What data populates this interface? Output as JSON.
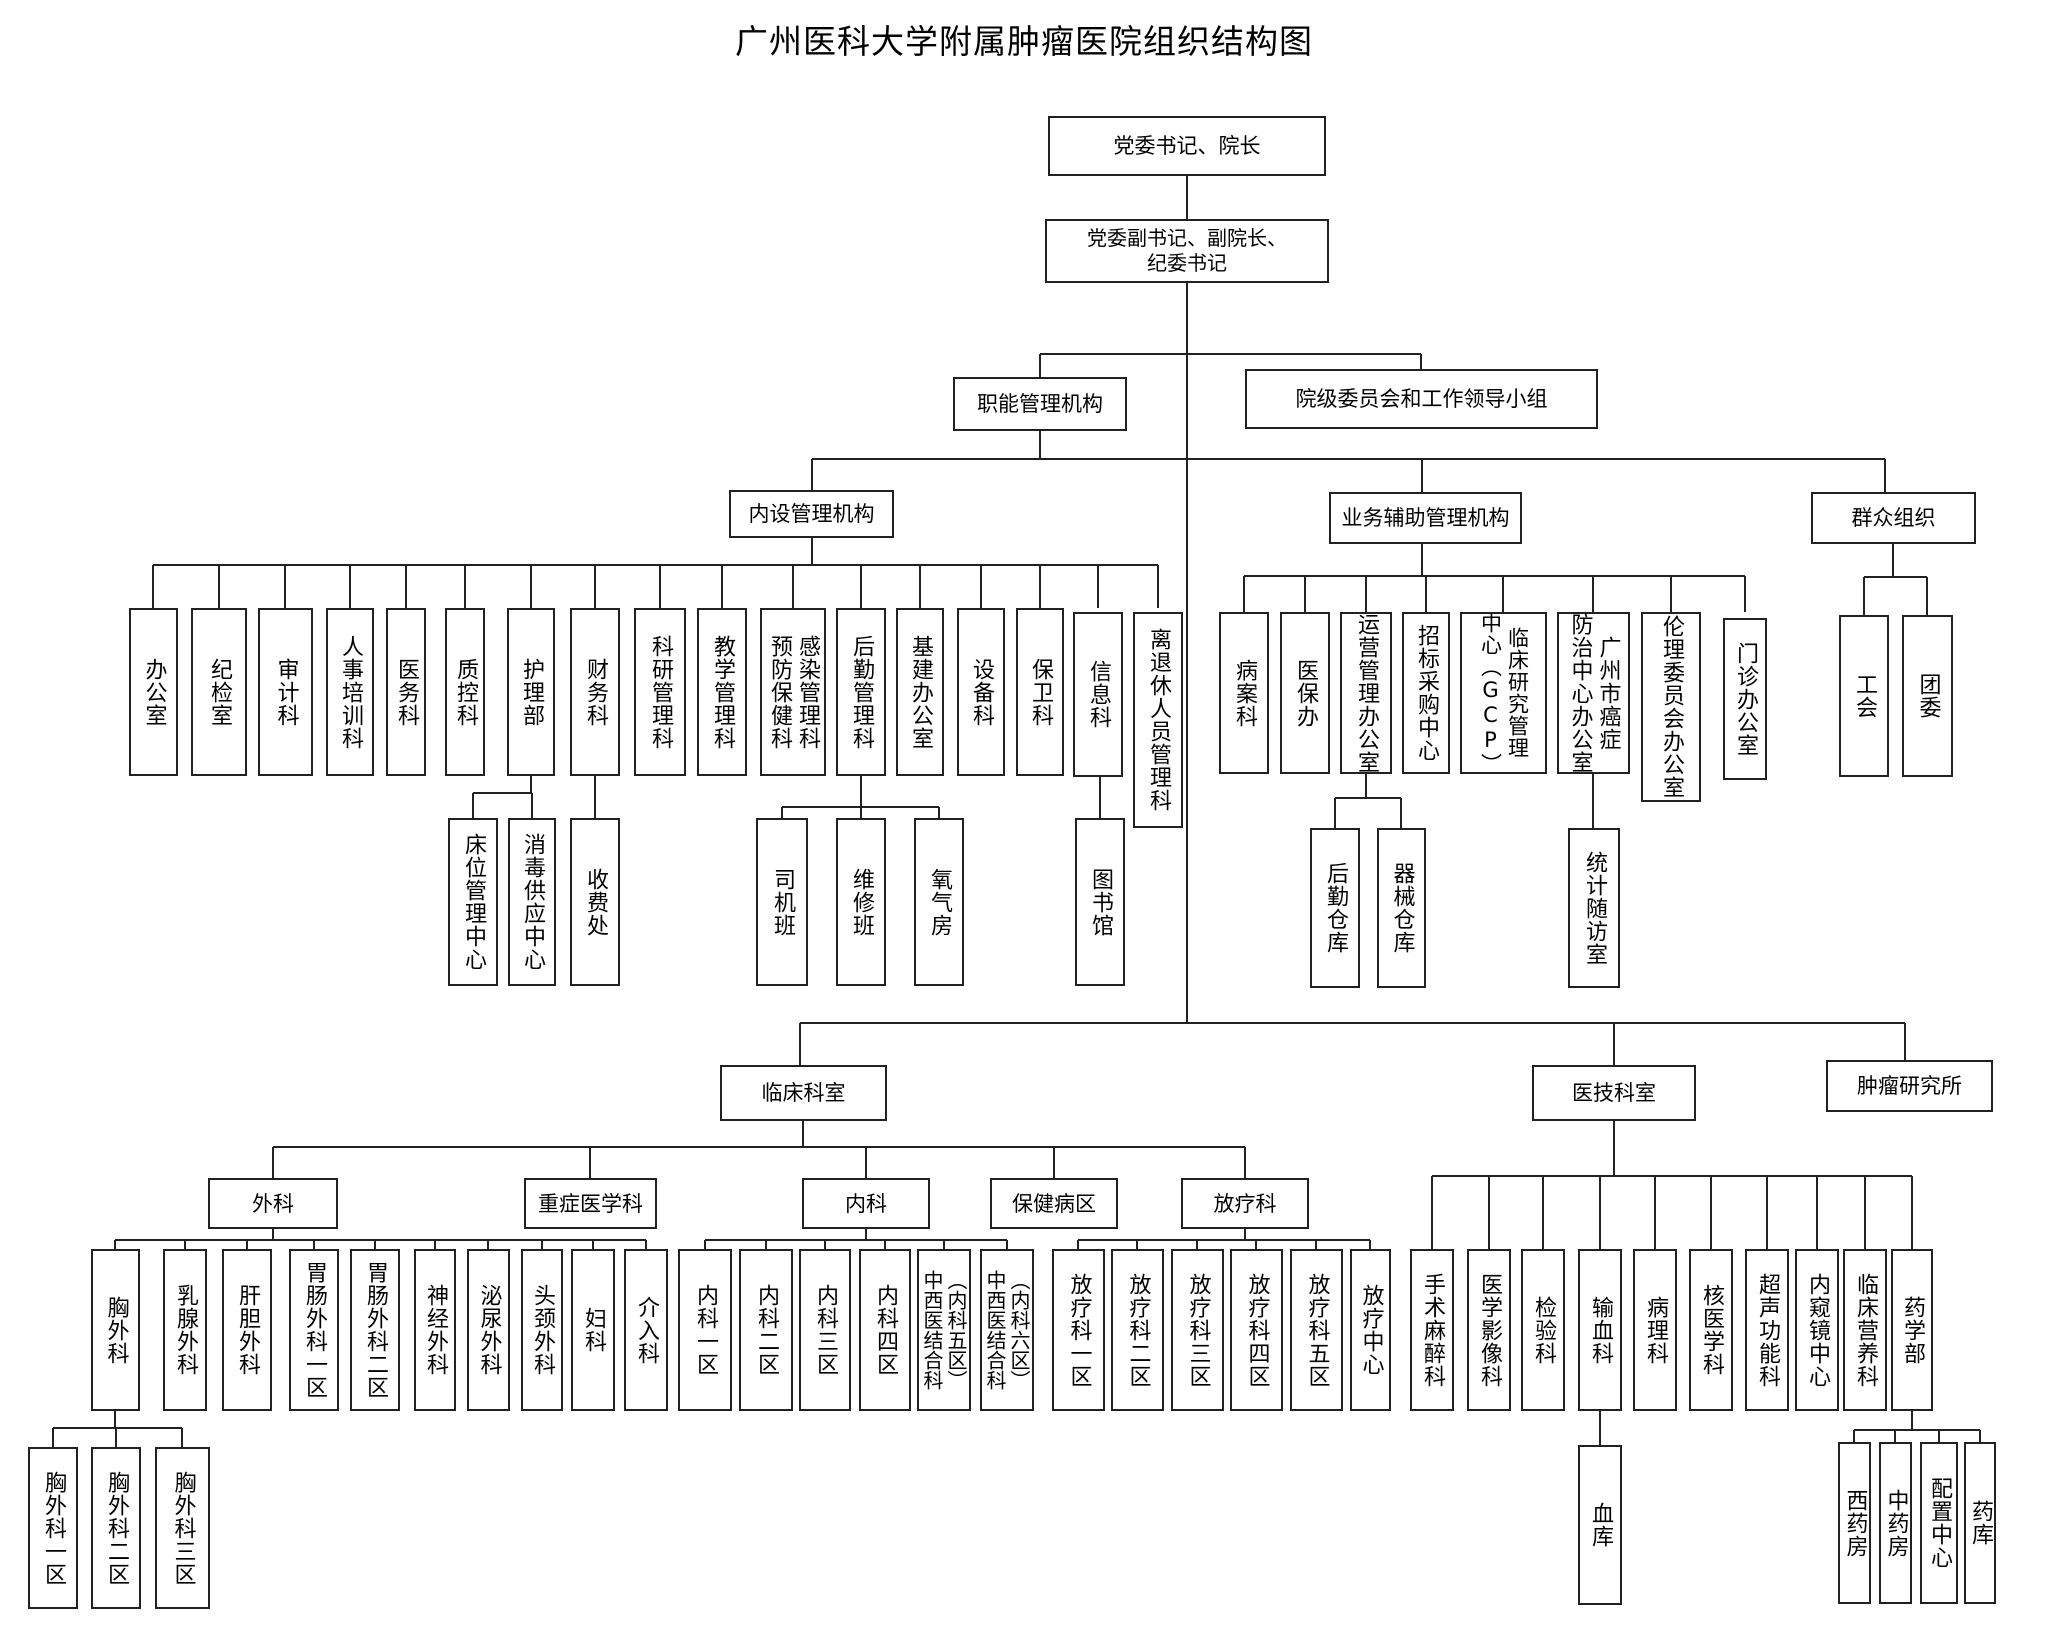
{
  "title": "广州医科大学附属肿瘤医院组织结构图",
  "colors": {
    "line": "#222222",
    "box_border": "#222222",
    "background": "#ffffff"
  },
  "boxes": {
    "top": {
      "secretary_president": "党委书记、院长",
      "deputies": "党委副书记、副院长、\n纪委书记"
    },
    "branches": {
      "functional": "职能管理机构",
      "committees": "院级委员会和工作领导小组",
      "internal": "内设管理机构",
      "business_aux": "业务辅助管理机构",
      "mass": "群众组织",
      "clinical": "临床科室",
      "medtech": "医技科室",
      "research": "肿瘤研究所"
    },
    "internal_units": {
      "office": "办公室",
      "discipline": "纪检室",
      "audit": "审计科",
      "hr_training": "人事培训科",
      "medical_affairs": "医务科",
      "quality": "质控科",
      "nursing": "护理部",
      "finance": "财务科",
      "research_mgmt": "科研管理科",
      "teaching": "教学管理科",
      "infection": "感染管理科\n预防保健科",
      "logistics": "后勤管理科",
      "construction": "基建办公室",
      "equipment": "设备科",
      "security": "保卫科",
      "information": "信息科",
      "retirees": "离退休人员管理科",
      "bed_center": "床位管理中心",
      "sterile_supply": "消毒供应中心",
      "cashier": "收费处",
      "drivers": "司机班",
      "repair": "维修班",
      "oxygen": "氧气房",
      "library": "图书馆"
    },
    "business_units": {
      "records": "病案科",
      "insurance": "医保办",
      "operations": "运营管理办公室",
      "procurement": "招标采购中心",
      "gcp": "临床研究管理\n中心（GCP）",
      "cancer_office": "广州市癌症\n防治中心办公室",
      "ethics": "伦理委员会办公室",
      "outpatient": "门诊办公室",
      "logistics_store": "后勤仓库",
      "device_store": "器械仓库",
      "followup": "统计随访室"
    },
    "mass_units": {
      "union": "工会",
      "youth_league": "团委"
    },
    "clinical_groups": {
      "surgery": "外科",
      "icu": "重症医学科",
      "internal_medicine": "内科",
      "vip_ward": "保健病区",
      "radiotherapy": "放疗科"
    },
    "clinical_units": {
      "thoracic": "胸外科",
      "breast": "乳腺外科",
      "hepatobiliary": "肝胆外科",
      "gi1": "胃肠外科一区",
      "gi2": "胃肠外科二区",
      "neuro": "神经外科",
      "urology": "泌尿外科",
      "headneck": "头颈外科",
      "gynecology": "妇科",
      "interventional": "介入科",
      "thoracic1": "胸外科一区",
      "thoracic2": "胸外科二区",
      "thoracic3": "胸外科三区",
      "im1": "内科一区",
      "im2": "内科二区",
      "im3": "内科三区",
      "im4": "内科四区",
      "im5": "（内科五区）\n中西医结合科",
      "im6": "（内科六区）\n中西医结合科",
      "rt1": "放疗科一区",
      "rt2": "放疗科二区",
      "rt3": "放疗科三区",
      "rt4": "放疗科四区",
      "rt5": "放疗科五区",
      "rt_center": "放疗中心"
    },
    "medtech_units": {
      "anesthesia": "手术麻醉科",
      "imaging": "医学影像科",
      "lab": "检验科",
      "transfusion": "输血科",
      "pathology": "病理科",
      "nuclear": "核医学科",
      "ultrasound": "超声功能科",
      "endoscopy": "内窥镜中心",
      "nutrition": "临床营养科",
      "pharmacy": "药学部",
      "blood_bank": "血库",
      "western_pharmacy": "西药房",
      "tcm_pharmacy": "中药房",
      "compounding": "配置中心",
      "warehouse": "药库"
    }
  }
}
